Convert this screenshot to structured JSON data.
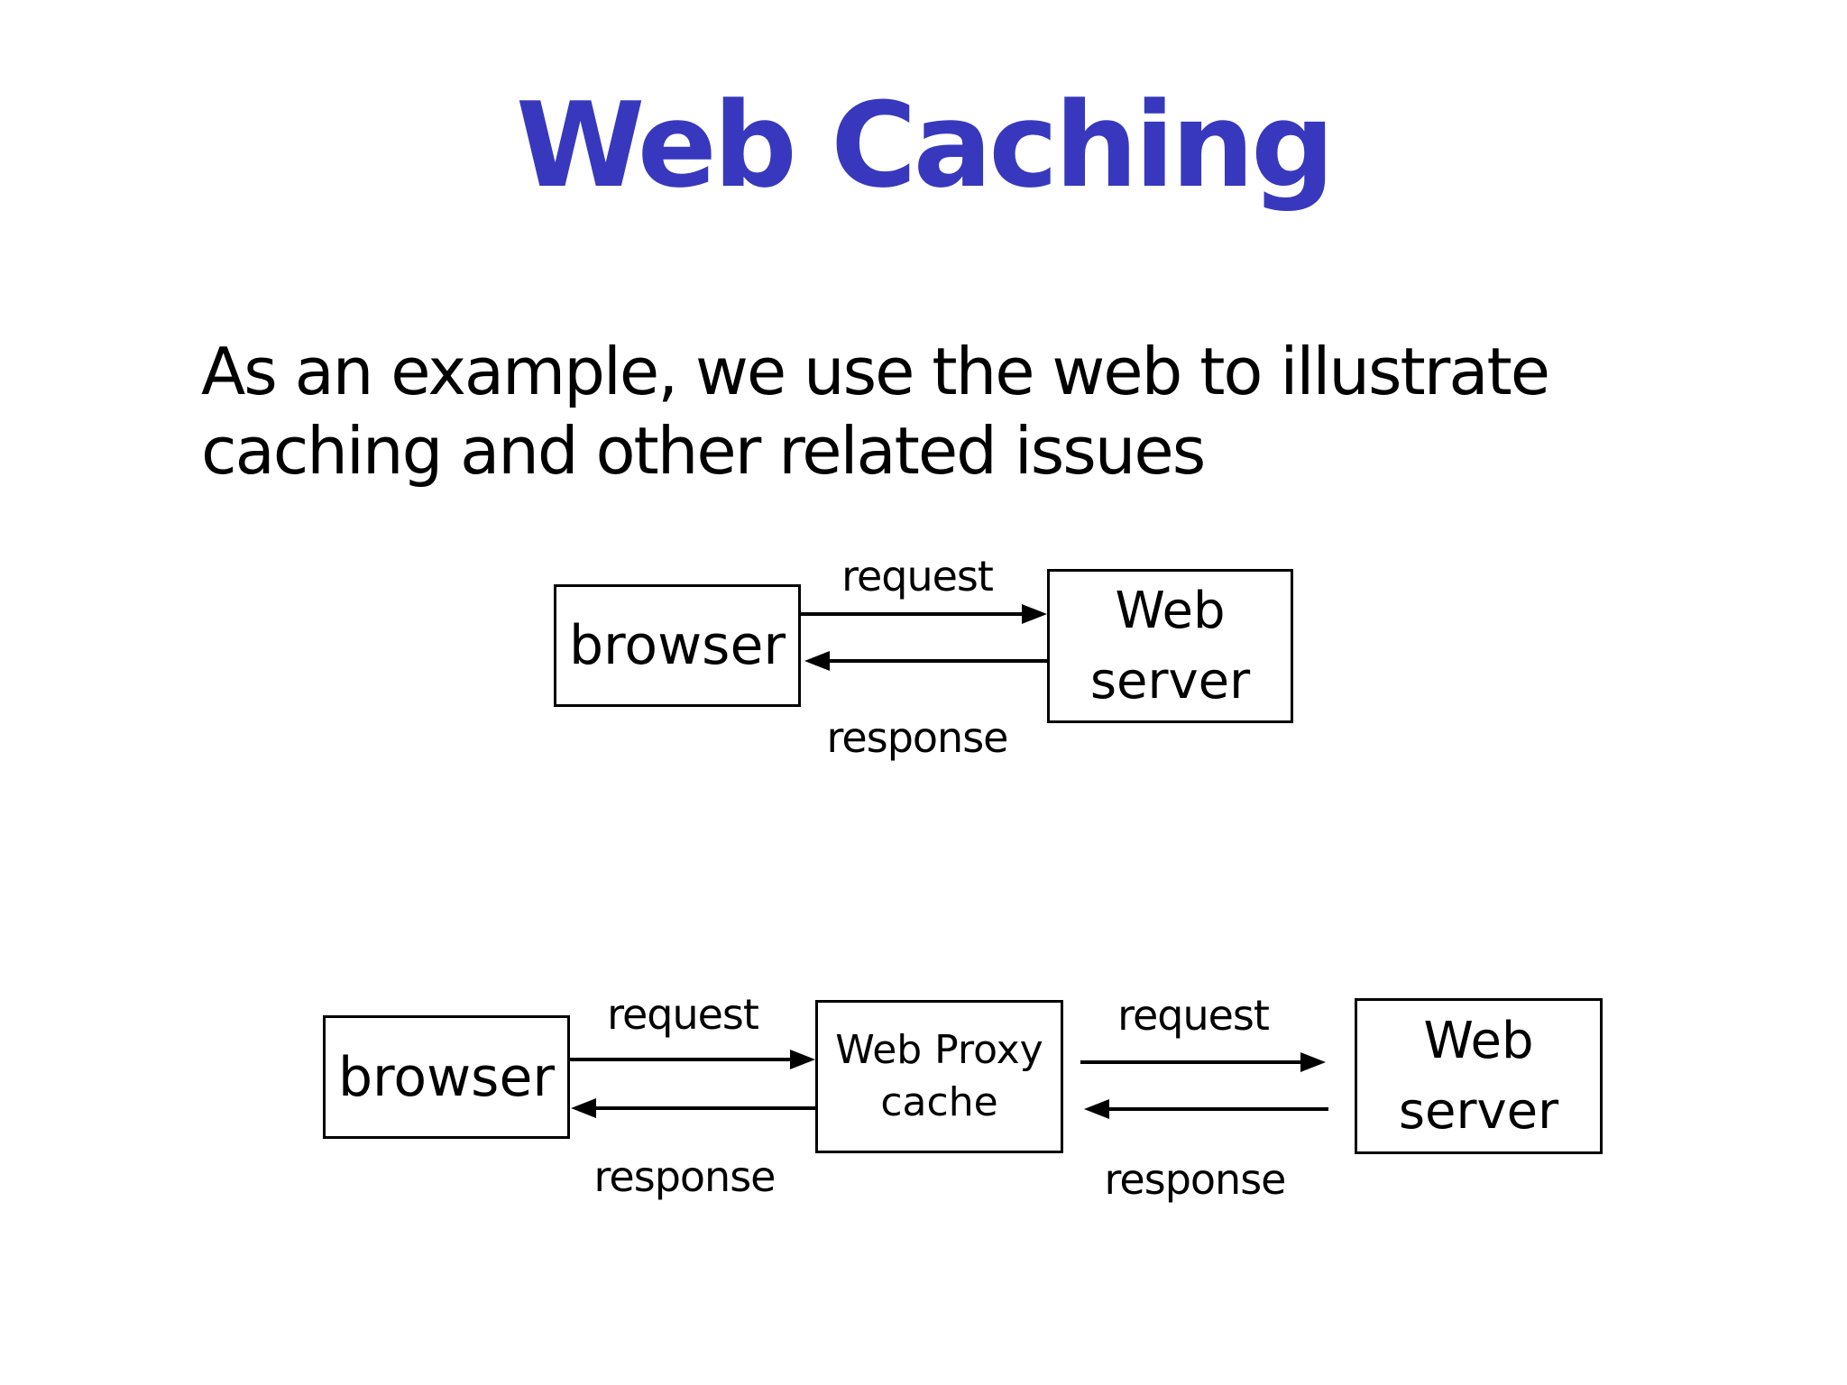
{
  "title": {
    "text": "Web Caching",
    "color": "#3838BE"
  },
  "intro": {
    "line1": "As an example, we use the web to illustrate",
    "line2": "caching and other related issues"
  },
  "direct_diagram": {
    "browser_label": "browser",
    "server_label_line1": "Web",
    "server_label_line2": "server",
    "request_label": "request",
    "response_label": "response"
  },
  "proxy_diagram": {
    "browser_label": "browser",
    "proxy_label_line1": "Web Proxy",
    "proxy_label_line2": "cache",
    "server_label_line1": "Web",
    "server_label_line2": "server",
    "request_label_left": "request",
    "response_label_left": "response",
    "request_label_right": "request",
    "response_label_right": "response"
  }
}
